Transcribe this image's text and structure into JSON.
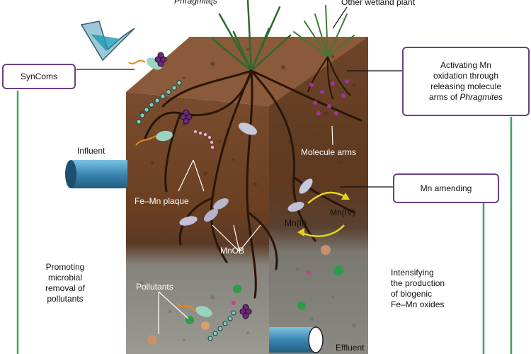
{
  "labels": {
    "phragmites": "Phragmites",
    "other_wetland_plant": "Other wetland plant",
    "syncoms": "SynComs",
    "activating_line1": "Activating Mn",
    "activating_line2": "oxidation through",
    "activating_line3": "releasing molecule",
    "activating_line4_pre": "arms of ",
    "activating_line4_it": "Phragmites",
    "influent": "Influent",
    "molecule_arms": "Molecule arms",
    "fe_mn_plaque": "Fe–Mn plaque",
    "mn_amending": "Mn amending",
    "mn_iv": "Mn(IV)",
    "mn_ii": "Mn(II)",
    "mnob": "MnOB",
    "promoting": [
      "Promoting",
      "microbial",
      "removal of",
      "pollutants"
    ],
    "intensifying": [
      "Intensifying",
      "the production",
      "of biogenic",
      "Fe–Mn oxides"
    ],
    "pollutants": "Pollutants",
    "effluent": "Effluent"
  },
  "colors": {
    "box_border": "#6b3f8a",
    "guide_line": "#3aa65a",
    "soil_top": "#8a5a3a",
    "soil_mid": "#6e4326",
    "soil_bottom": "#8c8c84",
    "pipe": "#3f8fb8",
    "arrow": "#e0d020"
  }
}
